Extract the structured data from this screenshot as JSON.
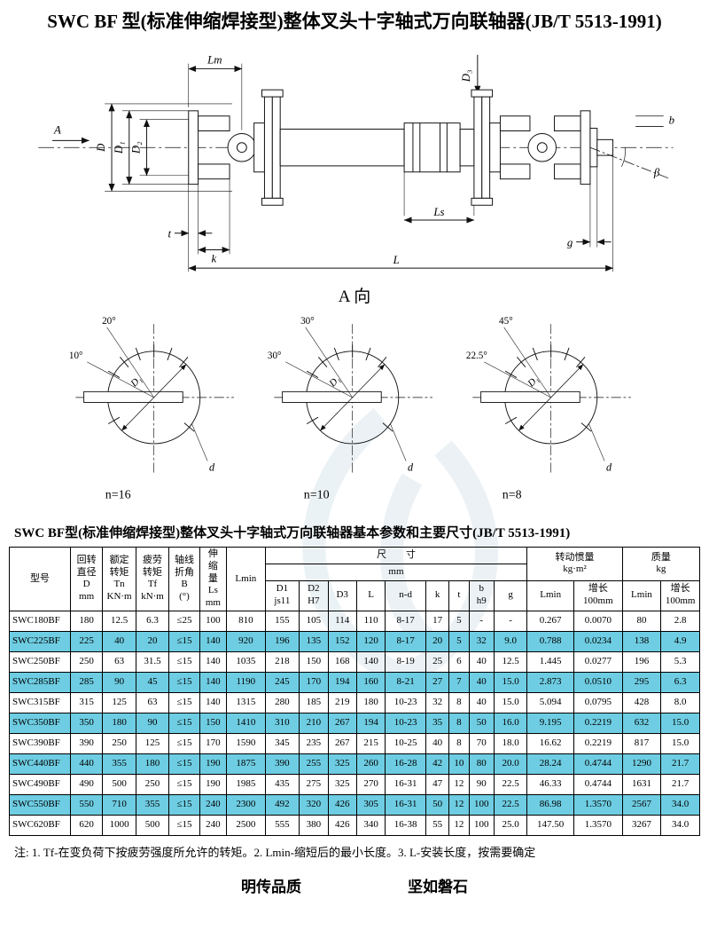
{
  "page": {
    "title": "SWC BF 型(标准伸缩焊接型)整体叉头十字轴式万向联轴器(JB/T 5513-1991)",
    "section_view_label": "A 向",
    "table_title": "SWC BF型(标准伸缩焊接型)整体叉头十字轴式万向联轴器基本参数和主要尺寸(JB/T 5513-1991)",
    "note": "注: 1. Tf-在变负荷下按疲劳强度所允许的转矩。2. Lmin-缩短后的最小长度。3. L-安装长度，按需要确定",
    "footer": {
      "left": "明传品质",
      "right": "坚如磐石"
    }
  },
  "colors": {
    "row_highlight": "#6ecde2",
    "watermark": "#e3ecf1"
  },
  "drawing": {
    "dim_labels": {
      "a_arrow": "A",
      "lm": "Lm",
      "d": "D",
      "d1": "D₁",
      "d2": "D₂",
      "d3": "D₃",
      "t": "t",
      "k": "k",
      "ls": "Ls",
      "g": "g",
      "l": "L",
      "b": "b",
      "beta": "β"
    },
    "end_views": [
      {
        "angle_outer": "20°",
        "angle_inner": "10°",
        "bolt_circle": "D₁",
        "hole": "d",
        "count": "n=16"
      },
      {
        "angle_outer": "30°",
        "angle_inner": "30°",
        "bolt_circle": "D₁",
        "hole": "d",
        "count": "n=10"
      },
      {
        "angle_outer": "45°",
        "angle_inner": "22.5°",
        "bolt_circle": "D₁",
        "hole": "d",
        "count": "n=8"
      }
    ]
  },
  "table": {
    "headers": {
      "model": "型号",
      "rotation_diameter": "回转\n直径\nD\nmm",
      "rated_torque": "额定\n转矩\nTn\nKN·m",
      "fatigue_torque": "疲劳\n转矩\nTf\nkN·m",
      "axis_angle": "轴线\n折角\nB\n(°)",
      "extension": "伸\n缩\n量\nLs\nmm",
      "lmin": "Lmin",
      "size_group": "尺　　寸",
      "size_unit": "mm",
      "inertia_group": "转动惯量\nkg·m²",
      "mass_group": "质量\nkg",
      "sub": [
        "D1\njs11",
        "D2\nH7",
        "D3",
        "L",
        "n-d",
        "k",
        "t",
        "b\nh9",
        "g",
        "Lmin",
        "增长\n100mm",
        "Lmin",
        "增长\n100mm"
      ]
    },
    "rows": [
      {
        "highlight": false,
        "cells": [
          "SWC180BF",
          "180",
          "12.5",
          "6.3",
          "≤25",
          "100",
          "810",
          "155",
          "105",
          "114",
          "110",
          "8-17",
          "17",
          "5",
          "-",
          "-",
          "0.267",
          "0.0070",
          "80",
          "2.8"
        ]
      },
      {
        "highlight": true,
        "cells": [
          "SWC225BF",
          "225",
          "40",
          "20",
          "≤15",
          "140",
          "920",
          "196",
          "135",
          "152",
          "120",
          "8-17",
          "20",
          "5",
          "32",
          "9.0",
          "0.788",
          "0.0234",
          "138",
          "4.9"
        ]
      },
      {
        "highlight": false,
        "cells": [
          "SWC250BF",
          "250",
          "63",
          "31.5",
          "≤15",
          "140",
          "1035",
          "218",
          "150",
          "168",
          "140",
          "8-19",
          "25",
          "6",
          "40",
          "12.5",
          "1.445",
          "0.0277",
          "196",
          "5.3"
        ]
      },
      {
        "highlight": true,
        "cells": [
          "SWC285BF",
          "285",
          "90",
          "45",
          "≤15",
          "140",
          "1190",
          "245",
          "170",
          "194",
          "160",
          "8-21",
          "27",
          "7",
          "40",
          "15.0",
          "2.873",
          "0.0510",
          "295",
          "6.3"
        ]
      },
      {
        "highlight": false,
        "cells": [
          "SWC315BF",
          "315",
          "125",
          "63",
          "≤15",
          "140",
          "1315",
          "280",
          "185",
          "219",
          "180",
          "10-23",
          "32",
          "8",
          "40",
          "15.0",
          "5.094",
          "0.0795",
          "428",
          "8.0"
        ]
      },
      {
        "highlight": true,
        "cells": [
          "SWC350BF",
          "350",
          "180",
          "90",
          "≤15",
          "150",
          "1410",
          "310",
          "210",
          "267",
          "194",
          "10-23",
          "35",
          "8",
          "50",
          "16.0",
          "9.195",
          "0.2219",
          "632",
          "15.0"
        ]
      },
      {
        "highlight": false,
        "cells": [
          "SWC390BF",
          "390",
          "250",
          "125",
          "≤15",
          "170",
          "1590",
          "345",
          "235",
          "267",
          "215",
          "10-25",
          "40",
          "8",
          "70",
          "18.0",
          "16.62",
          "0.2219",
          "817",
          "15.0"
        ]
      },
      {
        "highlight": true,
        "cells": [
          "SWC440BF",
          "440",
          "355",
          "180",
          "≤15",
          "190",
          "1875",
          "390",
          "255",
          "325",
          "260",
          "16-28",
          "42",
          "10",
          "80",
          "20.0",
          "28.24",
          "0.4744",
          "1290",
          "21.7"
        ]
      },
      {
        "highlight": false,
        "cells": [
          "SWC490BF",
          "490",
          "500",
          "250",
          "≤15",
          "190",
          "1985",
          "435",
          "275",
          "325",
          "270",
          "16-31",
          "47",
          "12",
          "90",
          "22.5",
          "46.33",
          "0.4744",
          "1631",
          "21.7"
        ]
      },
      {
        "highlight": true,
        "cells": [
          "SWC550BF",
          "550",
          "710",
          "355",
          "≤15",
          "240",
          "2300",
          "492",
          "320",
          "426",
          "305",
          "16-31",
          "50",
          "12",
          "100",
          "22.5",
          "86.98",
          "1.3570",
          "2567",
          "34.0"
        ]
      },
      {
        "highlight": false,
        "cells": [
          "SWC620BF",
          "620",
          "1000",
          "500",
          "≤15",
          "240",
          "2500",
          "555",
          "380",
          "426",
          "340",
          "16-38",
          "55",
          "12",
          "100",
          "25.0",
          "147.50",
          "1.3570",
          "3267",
          "34.0"
        ]
      }
    ]
  }
}
